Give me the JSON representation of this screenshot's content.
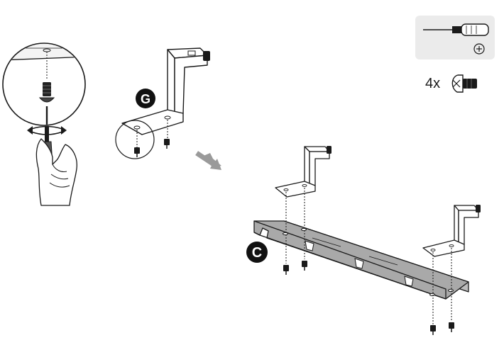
{
  "diagram": {
    "part_labels": {
      "bracket": "G",
      "tray": "C"
    },
    "hardware": {
      "quantity": "4x",
      "fastener": "screw-icon",
      "tool": "phillips-screwdriver-icon"
    },
    "colors": {
      "line": "#1a1a1a",
      "tray_fill": "#a9a9a9",
      "tool_panel": "#ebebeb",
      "arrow": "#9a9a9a",
      "badge": "#111111"
    }
  }
}
